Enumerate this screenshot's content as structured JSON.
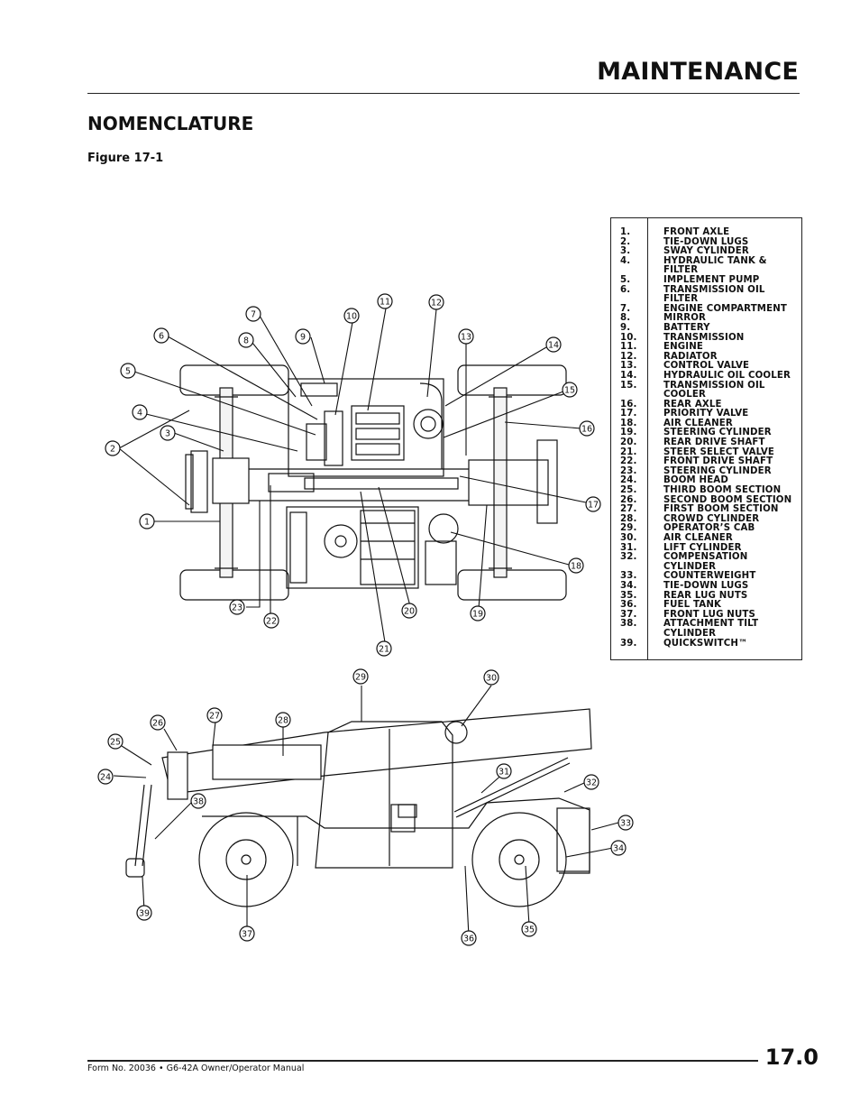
{
  "header": {
    "title": "MAINTENANCE"
  },
  "section": {
    "title": "NOMENCLATURE",
    "figure_label": "Figure 17-1"
  },
  "legend": {
    "items": [
      {
        "num": "1.",
        "name": "FRONT AXLE"
      },
      {
        "num": "2.",
        "name": "TIE-DOWN LUGS"
      },
      {
        "num": "3.",
        "name": "SWAY CYLINDER"
      },
      {
        "num": "4.",
        "name": "HYDRAULIC TANK & FILTER"
      },
      {
        "num": "5.",
        "name": "IMPLEMENT PUMP"
      },
      {
        "num": "6.",
        "name": "TRANSMISSION OIL FILTER"
      },
      {
        "num": "7.",
        "name": "ENGINE  COMPARTMENT"
      },
      {
        "num": "8.",
        "name": "MIRROR"
      },
      {
        "num": "9.",
        "name": "BATTERY"
      },
      {
        "num": "10.",
        "name": "TRANSMISSION"
      },
      {
        "num": "11.",
        "name": "ENGINE"
      },
      {
        "num": "12.",
        "name": "RADIATOR"
      },
      {
        "num": "13.",
        "name": "CONTROL VALVE"
      },
      {
        "num": "14.",
        "name": "HYDRAULIC OIL COOLER"
      },
      {
        "num": "15.",
        "name": "TRANSMISSION OIL COOLER"
      },
      {
        "num": "16.",
        "name": "REAR AXLE"
      },
      {
        "num": "17.",
        "name": "PRIORITY VALVE"
      },
      {
        "num": "18.",
        "name": "AIR CLEANER"
      },
      {
        "num": "19.",
        "name": "STEERING CYLINDER"
      },
      {
        "num": "20.",
        "name": "REAR DRIVE SHAFT"
      },
      {
        "num": "21.",
        "name": "STEER SELECT VALVE"
      },
      {
        "num": "22.",
        "name": "FRONT DRIVE SHAFT"
      },
      {
        "num": "23.",
        "name": "STEERING CYLINDER"
      },
      {
        "num": "24.",
        "name": "BOOM HEAD"
      },
      {
        "num": "25.",
        "name": "THIRD BOOM SECTION"
      },
      {
        "num": "26.",
        "name": "SECOND BOOM SECTION"
      },
      {
        "num": "27.",
        "name": "FIRST BOOM SECTION"
      },
      {
        "num": "28.",
        "name": "CROWD CYLINDER"
      },
      {
        "num": "29.",
        "name": "OPERATOR’S CAB"
      },
      {
        "num": "30.",
        "name": "AIR CLEANER"
      },
      {
        "num": "31.",
        "name": "LIFT CYLINDER"
      },
      {
        "num": "32.",
        "name": "COMPENSATION CYLINDER"
      },
      {
        "num": "33.",
        "name": "COUNTERWEIGHT"
      },
      {
        "num": "34.",
        "name": "TIE-DOWN LUGS"
      },
      {
        "num": "35.",
        "name": "REAR LUG NUTS"
      },
      {
        "num": "36.",
        "name": "FUEL TANK"
      },
      {
        "num": "37.",
        "name": "FRONT LUG NUTS"
      },
      {
        "num": "38.",
        "name": "ATTACHMENT TILT CYLINDER"
      },
      {
        "num": "39.",
        "name": "QUICKSWITCH™"
      }
    ]
  },
  "callouts": {
    "c1": "1",
    "c2": "2",
    "c3": "3",
    "c4": "4",
    "c5": "5",
    "c6": "6",
    "c7": "7",
    "c8": "8",
    "c9": "9",
    "c10": "10",
    "c11": "11",
    "c12": "12",
    "c13": "13",
    "c14": "14",
    "c15": "15",
    "c16": "16",
    "c17": "17",
    "c18": "18",
    "c19": "19",
    "c20": "20",
    "c21": "21",
    "c22": "22",
    "c23": "23",
    "c24": "24",
    "c25": "25",
    "c26": "26",
    "c27": "27",
    "c28": "28",
    "c29": "29",
    "c30": "30",
    "c31": "31",
    "c32": "32",
    "c33": "33",
    "c34": "34",
    "c35": "35",
    "c36": "36",
    "c37": "37",
    "c38": "38",
    "c39": "39"
  },
  "footer": {
    "form_text": "Form No. 20036  •  G6-42A Owner/Operator Manual",
    "page_number": "17.0"
  }
}
